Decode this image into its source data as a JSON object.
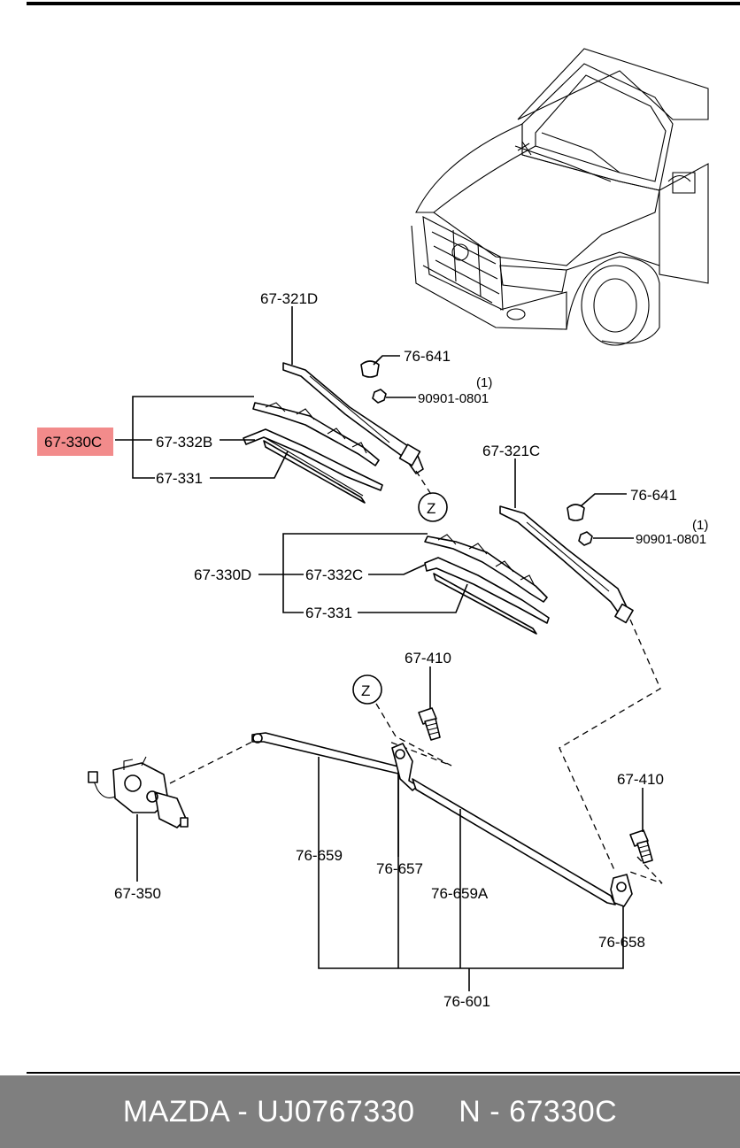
{
  "labels": {
    "arm_left": "67-321D",
    "cap_left": "76-641",
    "nut_left_qty": "(1)",
    "nut_left": "90901-0801",
    "blade_assy_left": "67-330C",
    "blade_left": "67-332B",
    "rubber_left": "67-331",
    "zone_z_top": "Z",
    "arm_right": "67-321C",
    "cap_right": "76-641",
    "nut_right_qty": "(1)",
    "nut_right": "90901-0801",
    "blade_assy_right": "67-330D",
    "blade_right": "67-332C",
    "rubber_right": "67-331",
    "bolt_center": "67-410",
    "zone_z_bottom": "Z",
    "bolt_right": "67-410",
    "link_a": "76-659",
    "pivot_left": "76-657",
    "link_b": "76-659A",
    "motor": "67-350",
    "pivot_right": "76-658",
    "linkage_assy": "76-601"
  },
  "highlight": {
    "part": "67-330C",
    "color": "#f28b8b"
  },
  "footer": {
    "text": "MAZDA - UJ0767330     N - 67330C",
    "background": "#7f7f7f",
    "color": "#ffffff"
  }
}
